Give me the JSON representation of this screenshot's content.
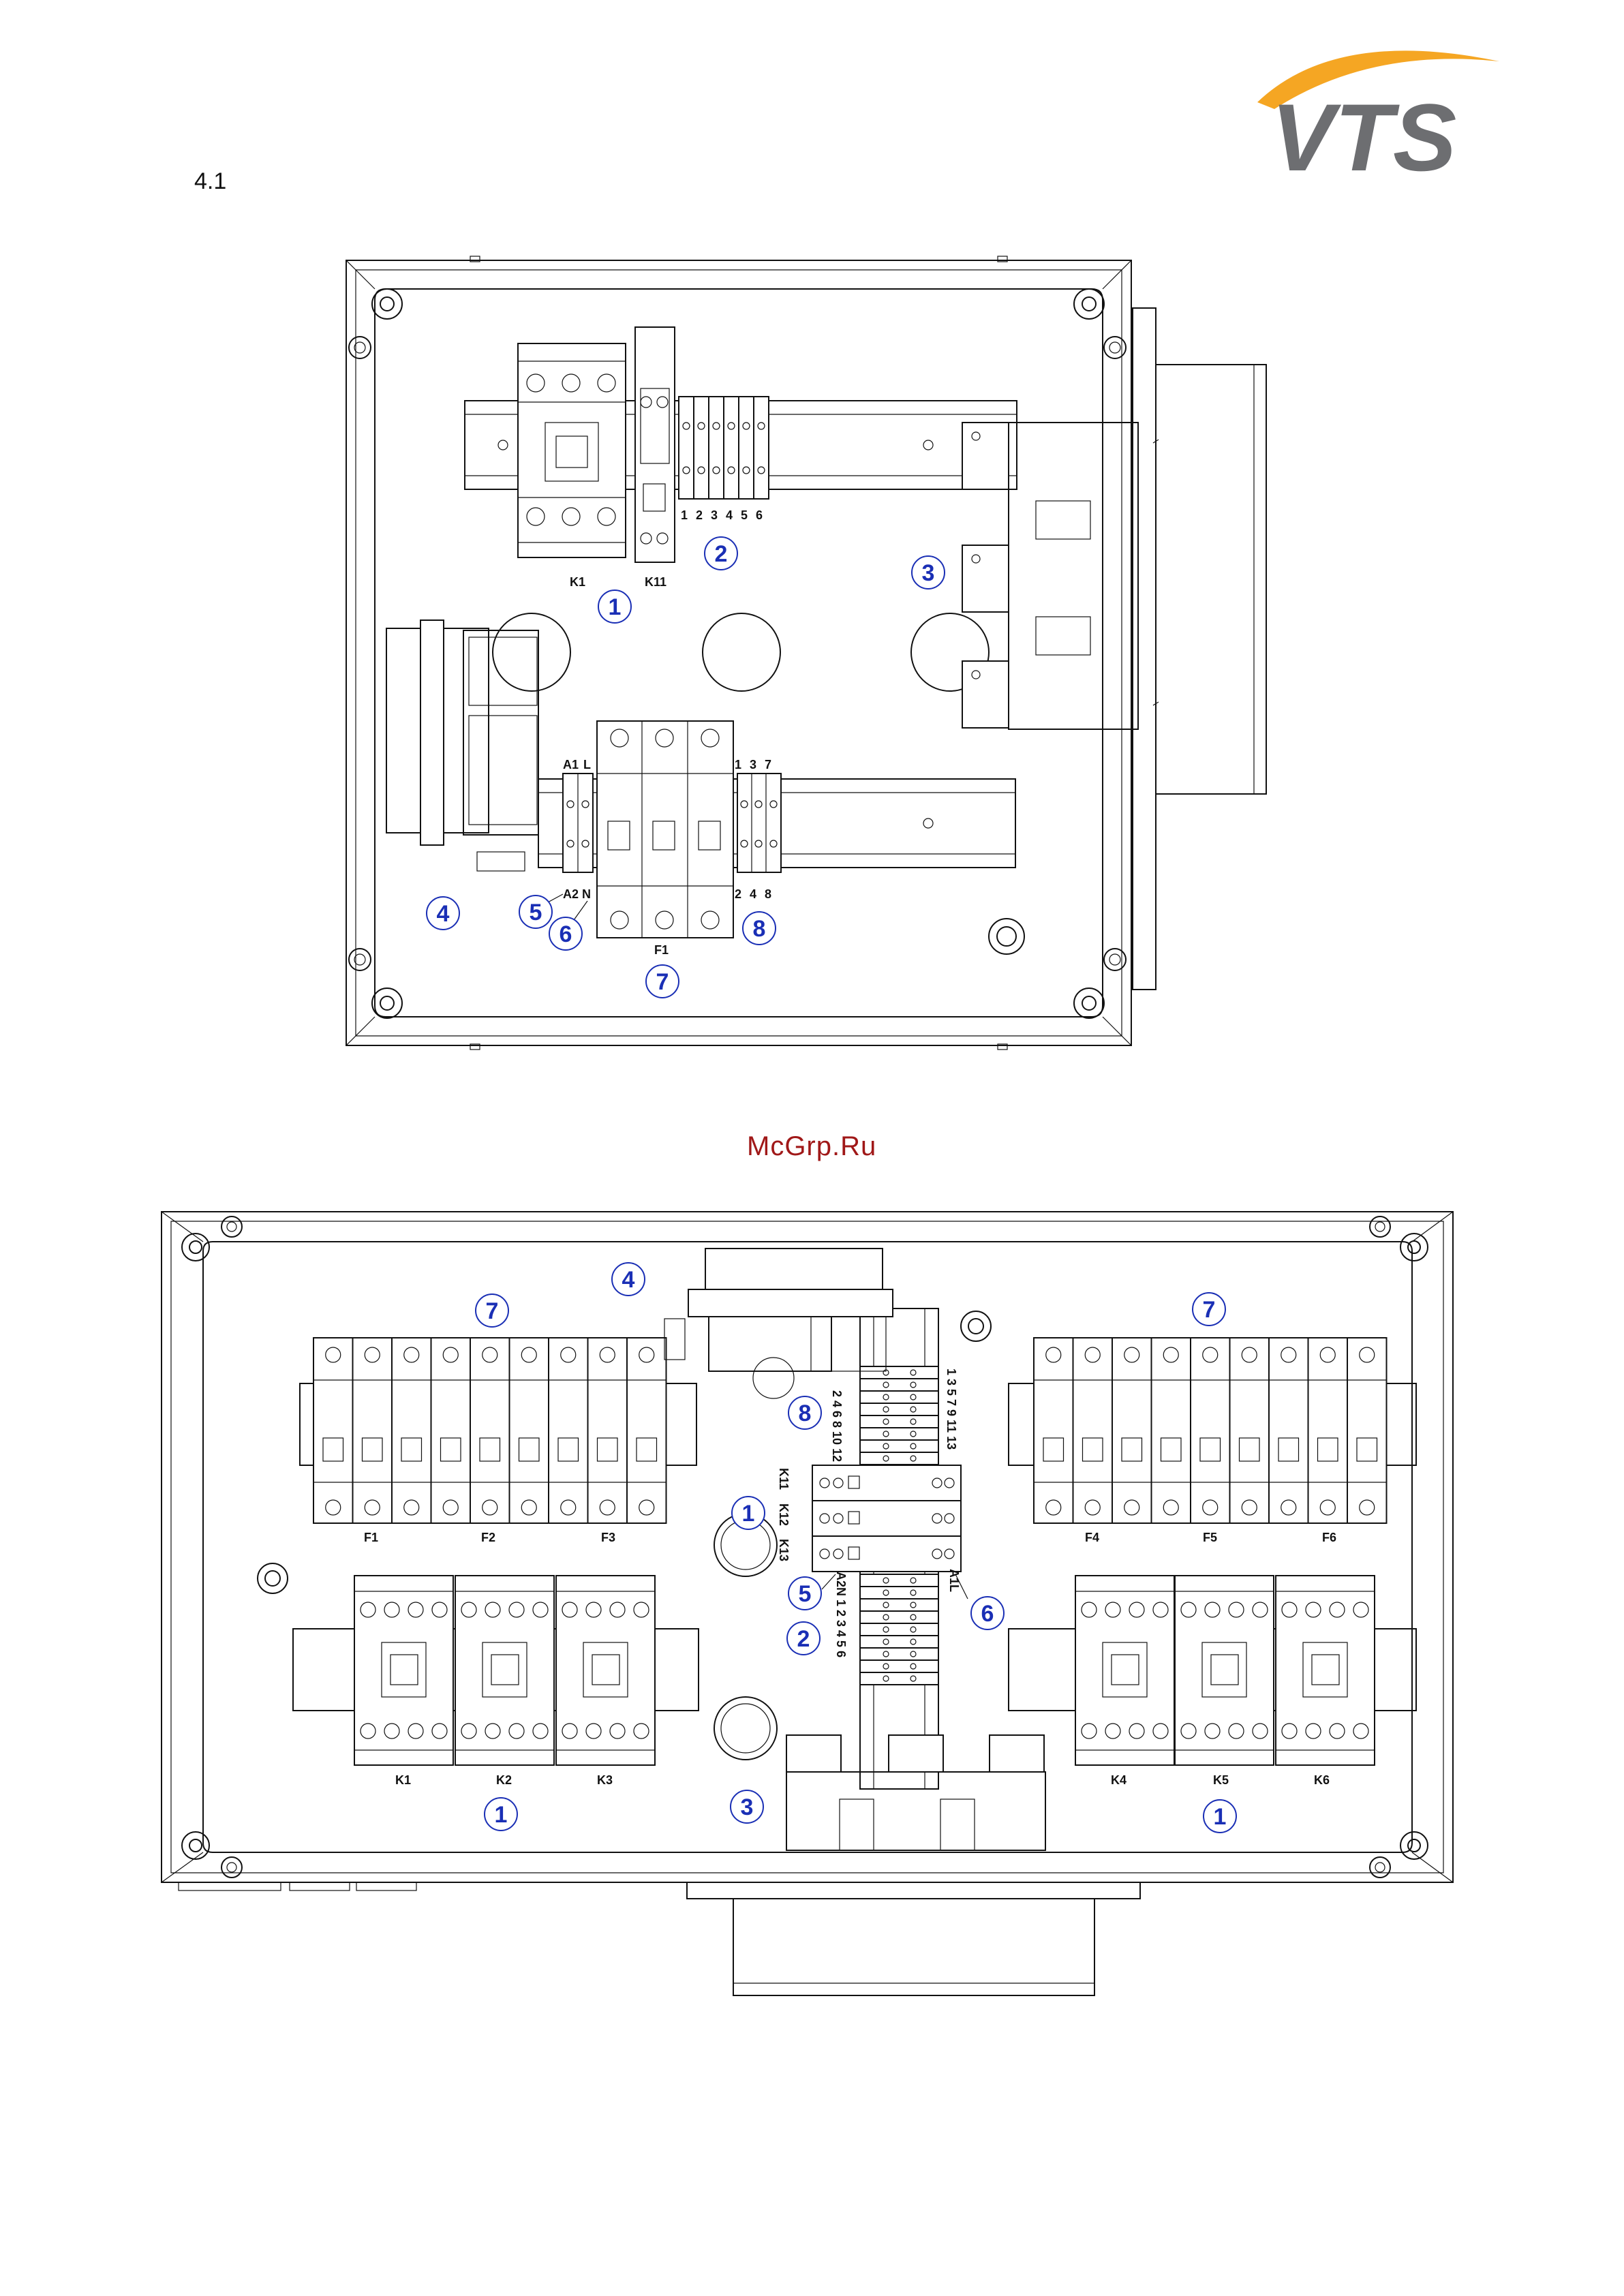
{
  "section_number": "4.1",
  "logo_text": "VTS",
  "watermark": "McGrp.Ru",
  "colors": {
    "callout": "#1a2fb5",
    "logo_grey": "#6d6e71",
    "logo_arc": "#f5a623",
    "watermark": "#a01818"
  },
  "diagram1": {
    "component_labels": {
      "k1": "K1",
      "k11": "K11",
      "f1": "F1",
      "a1": "A1",
      "l": "L",
      "a2": "A2",
      "n": "N"
    },
    "terminal_top": [
      "1",
      "2",
      "3",
      "4",
      "5",
      "6"
    ],
    "f1_top": [
      "1",
      "3",
      "7"
    ],
    "f1_bottom": [
      "2",
      "4",
      "8"
    ],
    "callouts": {
      "c1": "1",
      "c2": "2",
      "c3": "3",
      "c4": "4",
      "c5": "5",
      "c6": "6",
      "c7": "7",
      "c8": "8"
    }
  },
  "diagram2": {
    "breaker_labels": [
      "F1",
      "F2",
      "F3",
      "F4",
      "F5",
      "F6"
    ],
    "contactor_labels": [
      "K1",
      "K2",
      "K3",
      "K4",
      "K5",
      "K6"
    ],
    "relay_labels": [
      "K11",
      "K12",
      "K13"
    ],
    "terminal_even": "2 4 6 8 10 12",
    "terminal_odd": "1 3 5 7 9 11 13",
    "a2n_label": "A2N 1 2 3 4 5 6",
    "a1l_label": "A1L",
    "callouts": {
      "c7a": "7",
      "c7b": "7",
      "c4": "4",
      "c8": "8",
      "c1a": "1",
      "c5": "5",
      "c6": "6",
      "c2": "2",
      "c3": "3",
      "c1b": "1",
      "c1c": "1"
    }
  }
}
